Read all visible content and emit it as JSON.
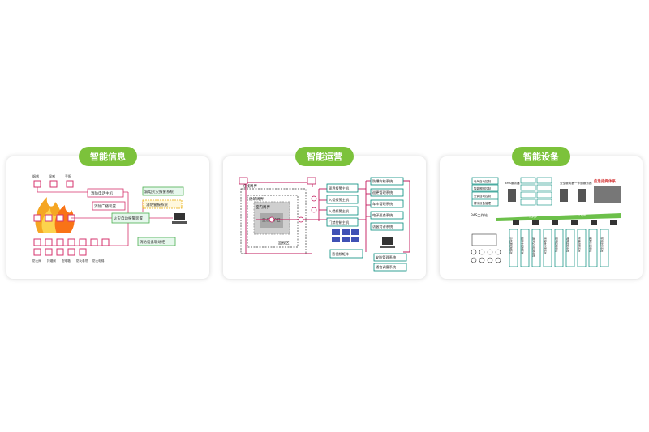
{
  "cards": [
    {
      "title": "智能信息",
      "labels": {
        "top": [
          "烟感",
          "温感",
          "手报"
        ],
        "boxes": [
          "消防电话主机",
          "漏电火灾报警系统",
          "消防广播装置",
          "消防警报系统",
          "火灾自动报警装置",
          "消防设备联动柜"
        ],
        "bottom": [
          "防火阀",
          "排烟阀",
          "配电箱",
          "防火卷帘",
          "防火电梯"
        ]
      }
    },
    {
      "title": "智能运营",
      "labels": {
        "zones": [
          "红线周界",
          "建筑周界",
          "室内周界",
          "重点防护区",
          "监视区"
        ],
        "hosts": [
          "周界报警主机",
          "入侵报警主机",
          "入侵报警主机",
          "门禁控制主机"
        ],
        "systems": [
          "防爆安检系统",
          "巡更管理系统",
          "车库管理系统",
          "电子巡查系统",
          "访客对讲系统"
        ],
        "bottom": [
          "音视频矩阵",
          "安防管理系统",
          "通信调度系统"
        ]
      }
    },
    {
      "title": "智能设备",
      "labels": {
        "top": [
          "电气自动控制",
          "智能照明控制",
          "空调自动控制",
          "楼宇设备管理"
        ],
        "servers": [
          "BMS服务器",
          "安全服务器",
          "一卡通服务器"
        ],
        "emergency": "应急指挥体系",
        "workstation": "BAS工作站",
        "network": [
          "TCP/IP",
          "TCP/IP"
        ],
        "columns": [
          "冷热源控制系统",
          "给排水控制系统",
          "通风空调控制系统",
          "变配电监测系统",
          "照明控制系统",
          "电梯监控系统",
          "智能遮阳系统",
          "能耗计量系统",
          "环境监测系统"
        ]
      }
    }
  ]
}
